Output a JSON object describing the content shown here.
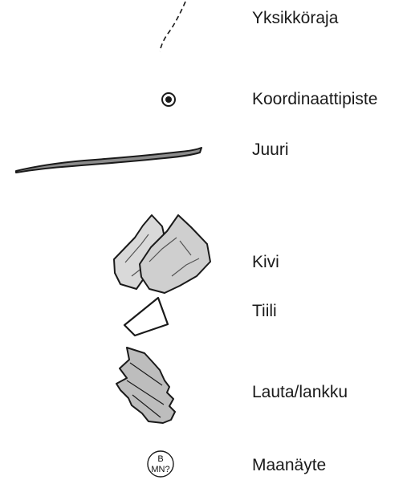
{
  "legend": {
    "items": [
      {
        "label": "Yksikköraja",
        "icon": "dashed-boundary-line-icon"
      },
      {
        "label": "Koordinaattipiste",
        "icon": "coordinate-point-icon"
      },
      {
        "label": "Juuri",
        "icon": "root-icon"
      },
      {
        "label": "Kivi",
        "icon": "stone-icon"
      },
      {
        "label": "Tiili",
        "icon": "brick-icon"
      },
      {
        "label": "Lauta/lankku",
        "icon": "plank-icon"
      },
      {
        "label": "Maanäyte",
        "icon": "soil-sample-icon"
      }
    ],
    "sample_symbol": {
      "top": "B",
      "bottom": "MN?"
    }
  },
  "colors": {
    "outline": "#1a1a1a",
    "stone_fill": "#d9d9d9",
    "stone_fill_front": "#cfcfcf",
    "root_fill": "#8c8c8c",
    "plank_fill": "#bdbdbd",
    "brick_fill": "#ffffff"
  }
}
